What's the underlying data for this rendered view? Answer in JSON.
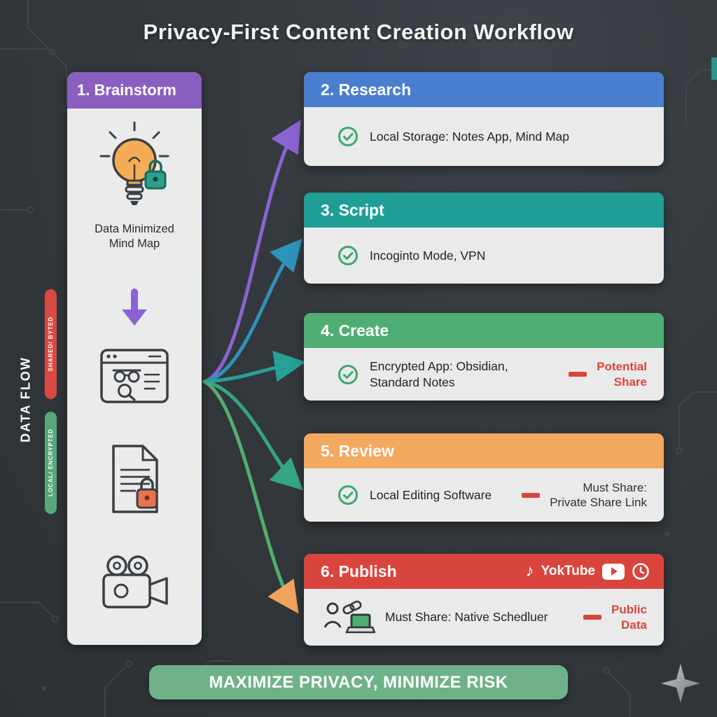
{
  "title": "Privacy-First Content Creation Workflow",
  "banner": "MAXIMIZE PRIVACY, MINIMIZE RISK",
  "data_flow": {
    "label": "DATA FLOW",
    "shared_label": "SHARED/ BYTED",
    "local_label": "LOCAL/ ENCRYPTED"
  },
  "left_panel": {
    "header": "1. Brainstorm",
    "caption_line1": "Data Minimized",
    "caption_line2": "Mind Map",
    "header_color": "#8a5fc0"
  },
  "cards": [
    {
      "header": "2. Research",
      "header_color": "#4a7fd0",
      "check_text": "Local Storage: Notes App, Mind Map"
    },
    {
      "header": "3. Script",
      "header_color": "#1f9e96",
      "check_text": "Incoginto Mode, VPN"
    },
    {
      "header": "4. Create",
      "header_color": "#4fae73",
      "check_text_line1": "Encrypted App: Obsidian,",
      "check_text_line2": "Standard Notes",
      "warn_line1": "Potential",
      "warn_line2": "Share"
    },
    {
      "header": "5. Review",
      "header_color": "#f3a960",
      "check_text": "Local Editing Software",
      "warn_line1": "Must Share:",
      "warn_line2": "Private Share Link"
    },
    {
      "header": "6. Publish",
      "header_color": "#d9453c",
      "check_text": "Must Share: Native Schedluer",
      "warn_line1": "Public",
      "warn_line2": "Data",
      "platform_label": "YokTube"
    }
  ],
  "icons": {
    "tiktok_note": "♪"
  },
  "colors": {
    "background": "#33383c",
    "card_body": "#eaeaea",
    "banner_green": "#6fb289",
    "red_accent": "#d9453c",
    "check_green": "#3aa86f",
    "arrow_purple": "#8a63d2",
    "arrow_blue": "#2e93b8",
    "arrow_teal": "#27a096",
    "arrow_green": "#53ad6f"
  }
}
